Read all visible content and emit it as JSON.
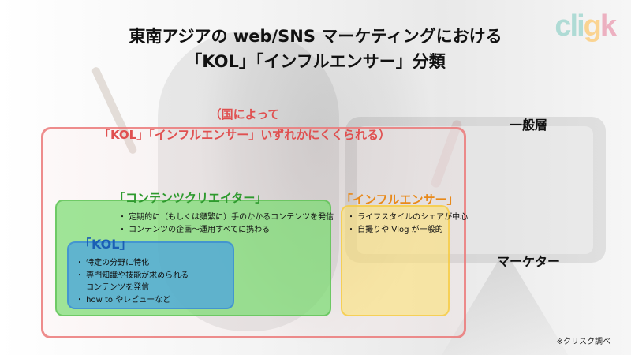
{
  "title": {
    "line1": "東南アジアの web/SNS マーケティングにおける",
    "line2": "「KOL」「インフルエンサー」分類"
  },
  "logo": {
    "text_parts": [
      "cli",
      "g",
      "k"
    ]
  },
  "outer": {
    "note_line1": "（国によって",
    "note_line2": "「KOL」「インフルエンサー」いずれかにくくられる）"
  },
  "labels": {
    "general": "一般層",
    "marketer": "マーケター"
  },
  "creator": {
    "title": "「コンテンツクリエイター」",
    "bullets": [
      "・ 定期的に（もしくは頻繁に）手のかかるコンテンツを発信",
      "・ コンテンツの企画～運用すべてに携わる"
    ]
  },
  "kol": {
    "title": "「KOL」",
    "bullets": [
      "・ 特定の分野に特化",
      "・ 専門知識や技能が求められる",
      "　 コンテンツを発信",
      "・ how  to やレビューなど"
    ]
  },
  "influencer": {
    "title": "「インフルエンサー」",
    "bullets": [
      "・ ライフスタイルのシェアが中心",
      "・ 自撮りや Vlog が一般的"
    ]
  },
  "footnote": "※クリスク調べ",
  "colors": {
    "outer_border": "#eb7878",
    "creator_fill": "#78dc6e",
    "kol_fill": "#46a0e6",
    "influencer_fill": "#ffe16e",
    "note_red": "#e05050",
    "creator_title": "#2e9a2e",
    "kol_title": "#1a5fb4",
    "influencer_title": "#e8891a"
  }
}
